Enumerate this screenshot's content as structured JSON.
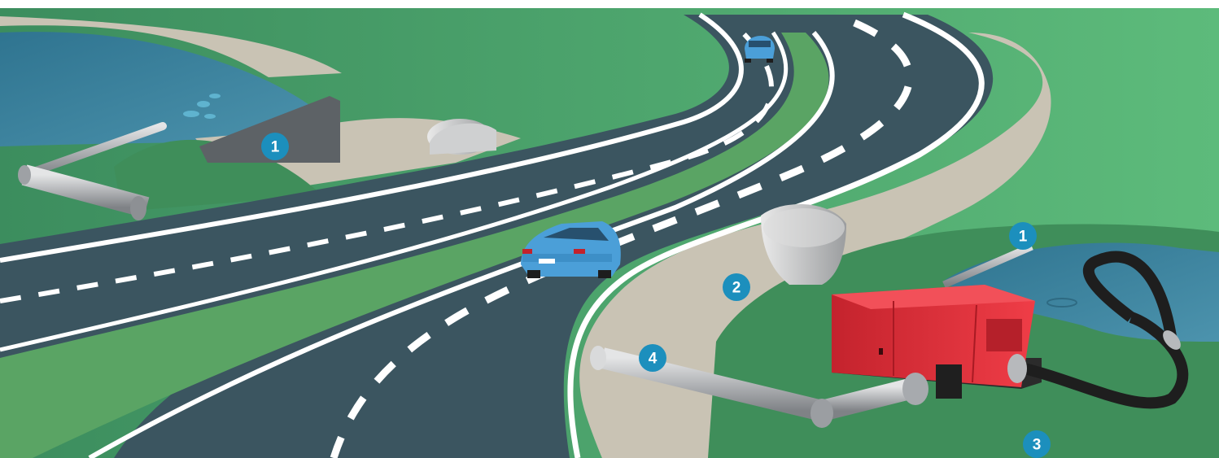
{
  "markers": [
    {
      "id": "m1a",
      "label": "1"
    },
    {
      "id": "m1b",
      "label": "1"
    },
    {
      "id": "m2",
      "label": "2"
    },
    {
      "id": "m3",
      "label": "3"
    },
    {
      "id": "m4",
      "label": "4"
    }
  ],
  "colors": {
    "grass": "#4a9e68",
    "grass_dark": "#3e8d5c",
    "grass_light": "#5cb87a",
    "road": "#3b5560",
    "median": "#5aa464",
    "shoulder": "#c9c3b4",
    "water": "#3f86a0",
    "pump_red": "#e0303a",
    "pipe": "#b4b6b9",
    "hose": "#222222",
    "marker_blue": "#1c8fbd",
    "car_blue": "#4b9fd8"
  }
}
